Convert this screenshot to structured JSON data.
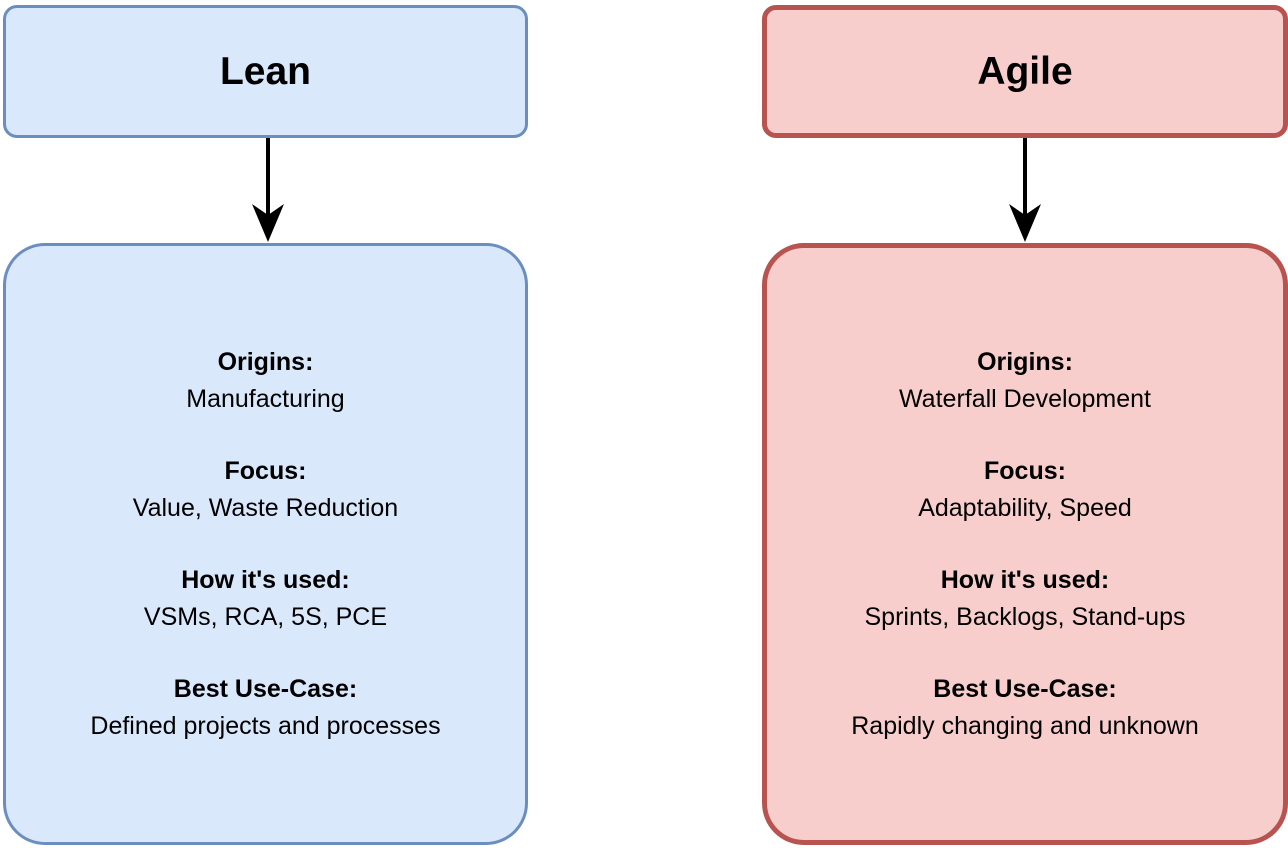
{
  "diagram": {
    "type": "comparison-flowchart",
    "columns": [
      {
        "key": "lean",
        "title": "Lean",
        "fill_color": "#dae8fc",
        "stroke_color": "#6c8ebf",
        "connector": "down-arrow",
        "details": [
          {
            "label": "Origins:",
            "value": "Manufacturing"
          },
          {
            "label": "Focus:",
            "value": "Value, Waste Reduction"
          },
          {
            "label": "How it's used:",
            "value": "VSMs, RCA, 5S, PCE"
          },
          {
            "label": "Best Use-Case:",
            "value": "Defined projects and processes"
          }
        ]
      },
      {
        "key": "agile",
        "title": "Agile",
        "fill_color": "#f8cecc",
        "stroke_color": "#b85450",
        "connector": "down-arrow",
        "details": [
          {
            "label": "Origins:",
            "value": "Waterfall Development"
          },
          {
            "label": "Focus:",
            "value": "Adaptability, Speed"
          },
          {
            "label": "How it's used:",
            "value": "Sprints, Backlogs, Stand-ups"
          },
          {
            "label": "Best Use-Case:",
            "value": "Rapidly changing and unknown"
          }
        ]
      }
    ]
  }
}
